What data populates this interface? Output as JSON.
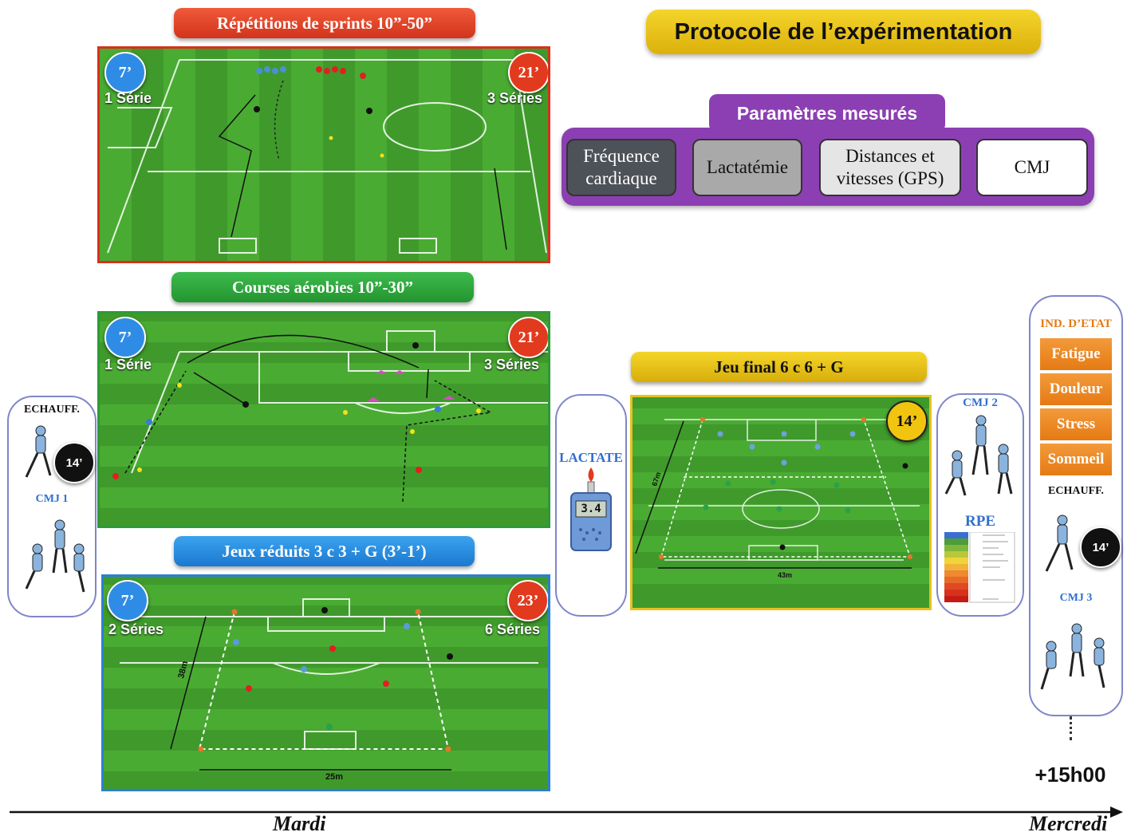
{
  "title": "Protocole de l’expérimentation",
  "params": {
    "heading": "Paramètres mesurés",
    "items": [
      {
        "label": "Fréquence cardiaque"
      },
      {
        "label": "Lactatémie"
      },
      {
        "label": "Distances et vitesses (GPS)"
      },
      {
        "label": "CMJ"
      }
    ]
  },
  "drills": [
    {
      "title": "Répétitions de sprints 10”-50”",
      "start": "7’",
      "series_left": "1 Série",
      "end": "21’",
      "series_right": "3 Séries"
    },
    {
      "title": "Courses aérobies 10”-30”",
      "start": "7’",
      "series_left": "1 Série",
      "end": "21’",
      "series_right": "3 Séries"
    },
    {
      "title": "Jeux réduits 3 c 3 + G (3’-1’)",
      "start": "7’",
      "series_left": "2 Séries",
      "end": "23’",
      "series_right": "6 Séries",
      "dim_len": "38m",
      "dim_width": "25m"
    }
  ],
  "final_game": {
    "title": "Jeu final 6 c 6 + G",
    "time": "14’",
    "dim_len": "67m",
    "dim_width": "43m"
  },
  "warmup": {
    "label": "ECHAUFF.",
    "time": "14’",
    "cmj": "CMJ 1"
  },
  "lactate": {
    "label": "LACTATE",
    "reading": "3.4"
  },
  "post": {
    "cmj": "CMJ 2",
    "rpe": "RPE"
  },
  "etat": {
    "label": "IND. D’ETAT",
    "items": [
      "Fatigue",
      "Douleur",
      "Stress",
      "Sommeil"
    ],
    "warmup": "ECHAUFF.",
    "time": "14’",
    "cmj": "CMJ 3"
  },
  "delay": "+15h00",
  "timeline": {
    "start": "Mardi",
    "end": "Mercredi"
  },
  "colors": {
    "purple": "#8c3fb3",
    "orange": "#e57a14",
    "grass": "#3e9b2c"
  }
}
